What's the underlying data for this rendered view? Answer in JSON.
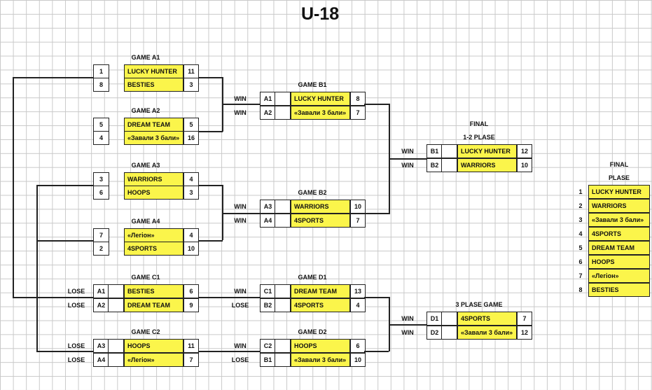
{
  "title": "U-18",
  "games": {
    "a1": {
      "title": "GAME A1",
      "seed1": "1",
      "team1": "LUCKY HUNTER",
      "score1": "11",
      "seed2": "8",
      "team2": "BESTIES",
      "score2": "3"
    },
    "a2": {
      "title": "GAME A2",
      "seed1": "5",
      "team1": "DREAM TEAM",
      "score1": "5",
      "seed2": "4",
      "team2": "«Завали 3 бали»",
      "score2": "16"
    },
    "a3": {
      "title": "GAME A3",
      "seed1": "3",
      "team1": "WARRIORS",
      "score1": "4",
      "seed2": "6",
      "team2": "HOOPS",
      "score2": "3"
    },
    "a4": {
      "title": "GAME A4",
      "seed1": "7",
      "team1": "«Легіон»",
      "score1": "4",
      "seed2": "2",
      "team2": "4SPORTS",
      "score2": "10"
    },
    "b1": {
      "title": "GAME B1",
      "tag1": "WIN",
      "src1": "A1",
      "team1": "LUCKY HUNTER",
      "score1": "8",
      "tag2": "WIN",
      "src2": "A2",
      "team2": "«Завали 3 бали»",
      "score2": "7"
    },
    "b2": {
      "title": "GAME B2",
      "tag1": "WIN",
      "src1": "A3",
      "team1": "WARRIORS",
      "score1": "10",
      "tag2": "WIN",
      "src2": "A4",
      "team2": "4SPORTS",
      "score2": "7"
    },
    "c1": {
      "title": "GAME C1",
      "tag1": "LOSE",
      "src1": "A1",
      "team1": "BESTIES",
      "score1": "6",
      "tag2": "LOSE",
      "src2": "A2",
      "team2": "DREAM TEAM",
      "score2": "9"
    },
    "c2": {
      "title": "GAME C2",
      "tag1": "LOSE",
      "src1": "A3",
      "team1": "HOOPS",
      "score1": "11",
      "tag2": "LOSE",
      "src2": "A4",
      "team2": "«Легіон»",
      "score2": "7"
    },
    "d1": {
      "title": "GAME D1",
      "tag1": "WIN",
      "src1": "C1",
      "team1": "DREAM TEAM",
      "score1": "13",
      "tag2": "LOSE",
      "src2": "B2",
      "team2": "4SPORTS",
      "score2": "4"
    },
    "d2": {
      "title": "GAME D2",
      "tag1": "WIN",
      "src1": "C2",
      "team1": "HOOPS",
      "score1": "6",
      "tag2": "LOSE",
      "src2": "B1",
      "team2": "«Завали 3 бали»",
      "score2": "10"
    },
    "final": {
      "title": "FINAL",
      "subtitle": "1-2 PLASE",
      "tag1": "WIN",
      "src1": "B1",
      "team1": "LUCKY HUNTER",
      "score1": "12",
      "tag2": "WIN",
      "src2": "B2",
      "team2": "WARRIORS",
      "score2": "10"
    },
    "third": {
      "title": "3 PLASE GAME",
      "tag1": "WIN",
      "src1": "D1",
      "team1": "4SPORTS",
      "score1": "7",
      "tag2": "WIN",
      "src2": "D2",
      "team2": "«Завали 3 бали»",
      "score2": "12"
    }
  },
  "standings": {
    "title": "FINAL",
    "subtitle": "PLASE",
    "rows": [
      {
        "place": "1",
        "team": "LUCKY HUNTER"
      },
      {
        "place": "2",
        "team": "WARRIORS"
      },
      {
        "place": "3",
        "team": "«Завали 3 бали»"
      },
      {
        "place": "4",
        "team": "4SPORTS"
      },
      {
        "place": "5",
        "team": "DREAM TEAM"
      },
      {
        "place": "6",
        "team": "HOOPS"
      },
      {
        "place": "7",
        "team": "«Легіон»"
      },
      {
        "place": "8",
        "team": "BESTIES"
      }
    ]
  }
}
